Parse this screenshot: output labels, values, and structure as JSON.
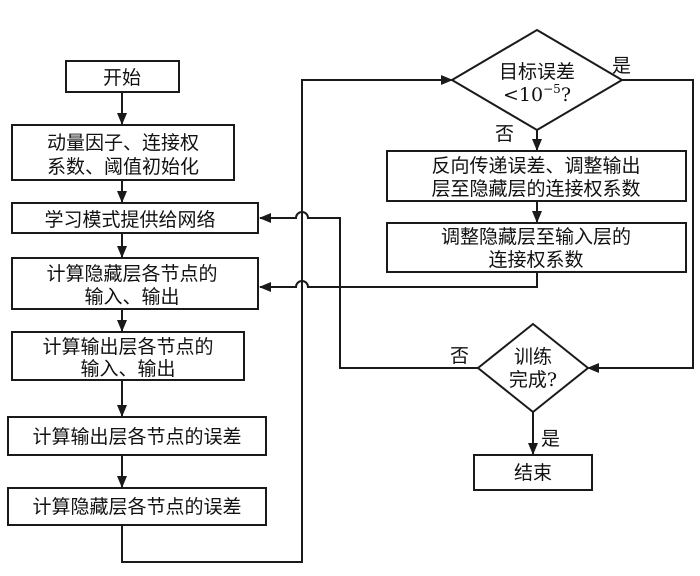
{
  "nodes": {
    "start": "开始",
    "init": [
      "动量因子、连接权",
      "系数、阈值初始化"
    ],
    "learn": "学习模式提供给网络",
    "hidden_io": [
      "计算隐藏层各节点的",
      "输入、输出"
    ],
    "output_io": [
      "计算输出层各节点的",
      "输入、输出"
    ],
    "output_err": "计算输出层各节点的误差",
    "hidden_err": "计算隐藏层各节点的误差",
    "target": {
      "line1": "目标误差",
      "prefix": "<10",
      "exp": "−5",
      "suffix": "?"
    },
    "backprop": [
      "反向传递误差、调整输出",
      "层至隐藏层的连接权系数"
    ],
    "adjust": [
      "调整隐藏层至输入层的",
      "连接权系数"
    ],
    "train": [
      "训练",
      "完成?"
    ],
    "end": "结束"
  },
  "labels": {
    "yes": "是",
    "no": "否"
  }
}
